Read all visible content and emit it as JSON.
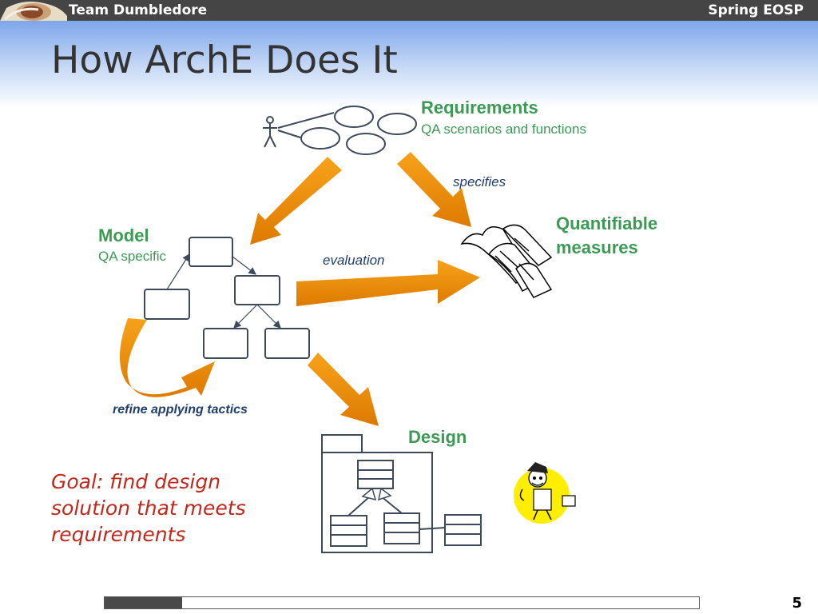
{
  "header": {
    "team": "Team Dumbledore",
    "term": "Spring EOSP"
  },
  "slide": {
    "title": "How ArchE Does It",
    "requirements": {
      "label": "Requirements",
      "sub": "QA scenarios and functions"
    },
    "model": {
      "label": "Model",
      "sub": "QA specific"
    },
    "measures": {
      "line1": "Quantifiable",
      "line2": "measures"
    },
    "design": {
      "label": "Design"
    },
    "edges": {
      "specifies": "specifies",
      "evaluation": "evaluation",
      "refine": "refine applying tactics"
    },
    "goal": "Goal: find design solution that meets requirements"
  },
  "footer": {
    "page": "5",
    "progress": 0.13
  },
  "colors": {
    "accent_green": "#3c9a55",
    "arrow_orange": "#f08a00",
    "edge_blue": "#1f3d70",
    "goal_red": "#c0281d"
  }
}
